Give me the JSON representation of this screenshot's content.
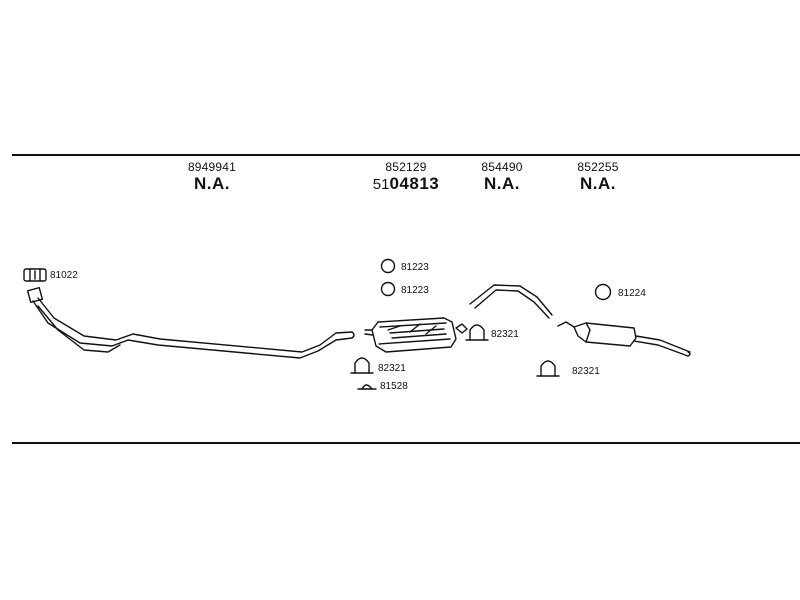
{
  "columns": [
    {
      "part": "8949941",
      "status": "N.A."
    },
    {
      "part": "852129",
      "code_prefix": "51",
      "code_main": "04813"
    },
    {
      "part": "854490",
      "status": "N.A."
    },
    {
      "part": "852255",
      "status": "N.A."
    }
  ],
  "labels": {
    "clamp_left": "81022",
    "ring_top": "81223",
    "ring_bottom": "81223",
    "clamp_mid_right": "82321",
    "clamp_mid_left": "82321",
    "hanger": "81528",
    "ring_right": "81224",
    "clamp_right": "82321"
  },
  "colors": {
    "line": "#111111",
    "background": "#ffffff"
  }
}
